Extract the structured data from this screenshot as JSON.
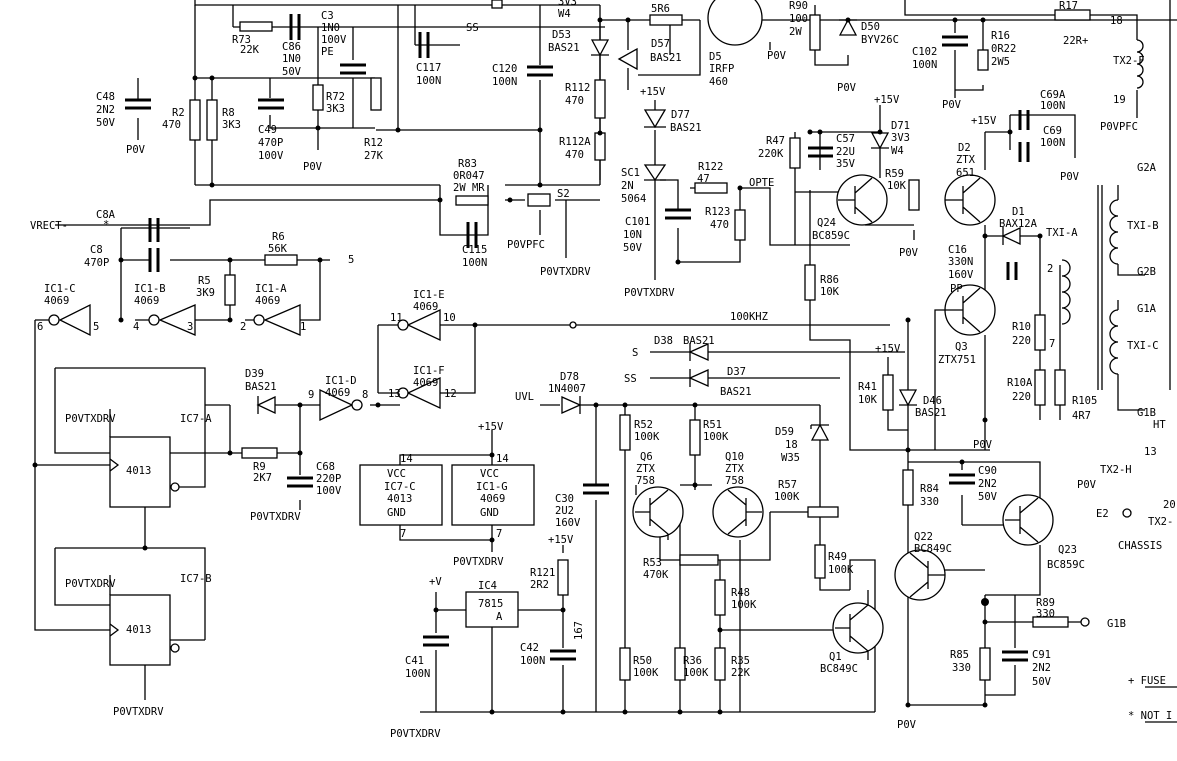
{
  "labels": {
    "vrect": "VRECT-",
    "c8a": "C8A",
    "c8a_star": "*",
    "c8": "C8",
    "c8_val": "470P",
    "r6": "R6",
    "r6_val": "56K",
    "node5": "5",
    "r5": "R5",
    "r5_val": "3K9",
    "ic1c": "IC1-C",
    "ic1c_val": "4069",
    "ic1b": "IC1-B",
    "ic1b_val": "4069",
    "ic1a": "IC1-A",
    "ic1a_val": "4069",
    "p6": "6",
    "p5": "5",
    "p4": "4",
    "p3": "3",
    "p2": "2",
    "p1": "1",
    "ic1e": "IC1-E",
    "ic1e_val": "4069",
    "ic1f": "IC1-F",
    "ic1f_val": "4069",
    "ic1d": "IC1-D",
    "ic1d_val": "4069",
    "p11": "11",
    "p10": "10",
    "p13": "13",
    "p12": "12",
    "p9": "9",
    "p8": "8",
    "freq": "100KHZ",
    "ic7a": "IC7-A",
    "ic7b": "IC7-B",
    "ic7_val": "4013",
    "pv_drv": "P0VTXDRV",
    "pv": "P0V",
    "pvpfc": "P0VPFC",
    "d39": "D39",
    "d39_val": "BAS21",
    "r9": "R9",
    "r9_val": "2K7",
    "c68": "C68",
    "c68_val": "220P",
    "c68_v": "100V",
    "ic7c": "IC7-C",
    "ic7c_val": "4013",
    "ic1g": "IC1-G",
    "ic1g_val": "4069",
    "vcc": "VCC",
    "gnd": "GND",
    "p14": "14",
    "p7": "7",
    "plus15v": "+15V",
    "plusv": "+V",
    "r73": "R73",
    "r73_val": "22K",
    "c3": "C3",
    "c3_val": "1N0",
    "c3_v": "100V",
    "c3_t": "PE",
    "c86": "C86",
    "c86_val": "1N0",
    "c86_v": "50V",
    "c48": "C48",
    "c48_val": "2N2",
    "c48_v": "50V",
    "r2": "R2",
    "r2_val": "470",
    "r8": "R8",
    "r8_val": "3K3",
    "c49": "C49",
    "c49_val": "470P",
    "c49_v": "100V",
    "r72": "R72",
    "r72_val": "3K3",
    "r12": "R12",
    "r12_val": "27K",
    "c117": "C117",
    "c117_val": "100N",
    "ss": "SS",
    "s": "S",
    "r83": "R83",
    "r83_val": "0R047",
    "r83_t": "2W MR",
    "c115": "C115",
    "c115_val": "100N",
    "s2": "S2",
    "c120": "C120",
    "c120_val": "100N",
    "w4": "W4",
    "v3": "3V3",
    "d53": "D53",
    "d53_val": "BAS21",
    "r112": "R112",
    "r112_val": "470",
    "r112a": "R112A",
    "r112a_val": "470",
    "d57": "D57",
    "d57_val": "BAS21",
    "d77": "D77",
    "d77_val": "BAS21",
    "r5r6": "5R6",
    "sc1": "SC1",
    "sc1_val": "2N",
    "sc1_t": "5064",
    "c101": "C101",
    "c101_val": "10N",
    "c101_v": "50V",
    "r122": "R122",
    "r122_val": "47",
    "r123": "R123",
    "r123_val": "470",
    "opte": "OPTE",
    "d5": "D5",
    "d5_val": "IRFP",
    "d5_t": "460",
    "r90": "R90",
    "r90_val": "100",
    "r90_w": "2W",
    "d50": "D50",
    "d50_val": "BYV26C",
    "r47": "R47",
    "r47_val": "220K",
    "c57": "C57",
    "c57_val": "22U",
    "c57_v": "35V",
    "d71": "D71",
    "d71_val": "3V3",
    "d71_t": "W4",
    "q24": "Q24",
    "q24_val": "BC859C",
    "r59": "R59",
    "r59_val": "10K",
    "r86": "R86",
    "r86_val": "10K",
    "d38": "D38",
    "d38_val": "BAS21",
    "d37": "D37",
    "d37_val": "BAS21",
    "uvl": "UVL",
    "d78": "D78",
    "d78_val": "1N4007",
    "r52": "R52",
    "r52_val": "100K",
    "r51": "R51",
    "r51_val": "100K",
    "q6": "Q6",
    "q6_val": "ZTX",
    "q6_t": "758",
    "q10": "Q10",
    "q10_val": "ZTX",
    "q10_t": "758",
    "d59": "D59",
    "d59_val": "18",
    "d59_t": "W35",
    "r57": "R57",
    "r57_val": "100K",
    "r49": "R49",
    "r49_val": "100K",
    "c30": "C30",
    "c30_val": "2U2",
    "c30_v": "160V",
    "r53": "R53",
    "r53_val": "470K",
    "r48": "R48",
    "r48_val": "100K",
    "r50": "R50",
    "r50_val": "100K",
    "r36": "R36",
    "r36_val": "100K",
    "r35": "R35",
    "r35_val": "22K",
    "q1": "Q1",
    "q1_val": "BC849C",
    "r121": "R121",
    "r121_val": "2R2",
    "ic4": "IC4",
    "ic4_val": "7815",
    "ic4_t": "A",
    "c42": "C42",
    "c42_val": "100N",
    "c41": "C41",
    "c41_val": "100N",
    "v167": "167",
    "r41": "R41",
    "r41_val": "10K",
    "d46": "D46",
    "d46_val": "BAS21",
    "c102": "C102",
    "c102_val": "100N",
    "r16": "R16",
    "r16_val": "0R22",
    "r16_w": "2W5",
    "r17": "R17",
    "r17_val": "22R+",
    "txf": "TX2-F",
    "n18": "18",
    "n19": "19",
    "n13": "13",
    "n20": "20",
    "c69a": "C69A",
    "c69a_val": "100N",
    "c69": "C69",
    "c69_val": "100N",
    "d2": "D2",
    "d2_val": "ZTX",
    "d2_t": "651",
    "d1": "D1",
    "d1_val": "BAX12A",
    "txi_a": "TXI-A",
    "txi_b": "TXI-B",
    "txi_c": "TXI-C",
    "g2a": "G2A",
    "g2b": "G2B",
    "g1a": "G1A",
    "g1b": "G1B",
    "c16": "C16",
    "c16_val": "330N",
    "c16_v": "160V",
    "pp": "PP",
    "q3": "Q3",
    "q3_val": "ZTX751",
    "r10": "R10",
    "r10_val": "220",
    "r10a": "R10A",
    "r10a_val": "220",
    "r105": "R105",
    "r105_val": "4R7",
    "ht": "HT",
    "r84": "R84",
    "r84_val": "330",
    "c90": "C90",
    "c90_val": "2N2",
    "c90_v": "50V",
    "q22": "Q22",
    "q22_val": "BC849C",
    "q23": "Q23",
    "q23_val": "BC859C",
    "r89": "R89",
    "r89_val": "330",
    "r85": "R85",
    "r85_val": "330",
    "c91": "C91",
    "c91_val": "2N2",
    "c91_v": "50V",
    "txh": "TX2-H",
    "txc": "TX2-",
    "e2": "E2",
    "chassis": "CHASSIS",
    "fuse": "+ FUSE",
    "notnote": "* NOT I"
  }
}
